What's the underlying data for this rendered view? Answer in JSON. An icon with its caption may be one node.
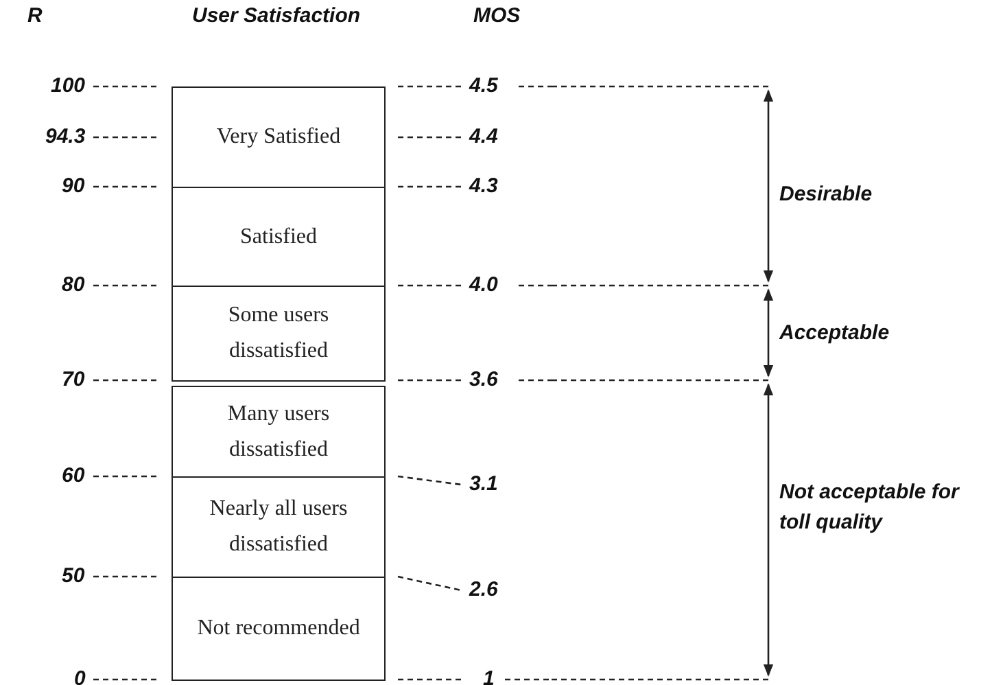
{
  "diagram": {
    "nodes": [
      {
        "text": [
          "Very Satisfied"
        ]
      },
      {
        "text": [
          "Satisfied"
        ]
      },
      {
        "text": [
          "Some users dissatisfied"
        ]
      },
      {
        "text": [
          "Many users dissatisfied"
        ]
      },
      {
        "text": [
          "Nearly all users dissatisfied"
        ]
      },
      {
        "text": [
          "Not recommended"
        ]
      }
    ],
    "labels": [
      "R",
      "User Satisfaction",
      "MOS",
      "100",
      "4.5",
      "94.3",
      "4.4",
      "90",
      "4.3",
      "Desirable",
      "80",
      "4.0",
      "Acceptable",
      "70",
      "3.6",
      "60",
      "3.1",
      "Not acceptable for toll quality",
      "50",
      "2.6",
      "0",
      "1"
    ]
  }
}
